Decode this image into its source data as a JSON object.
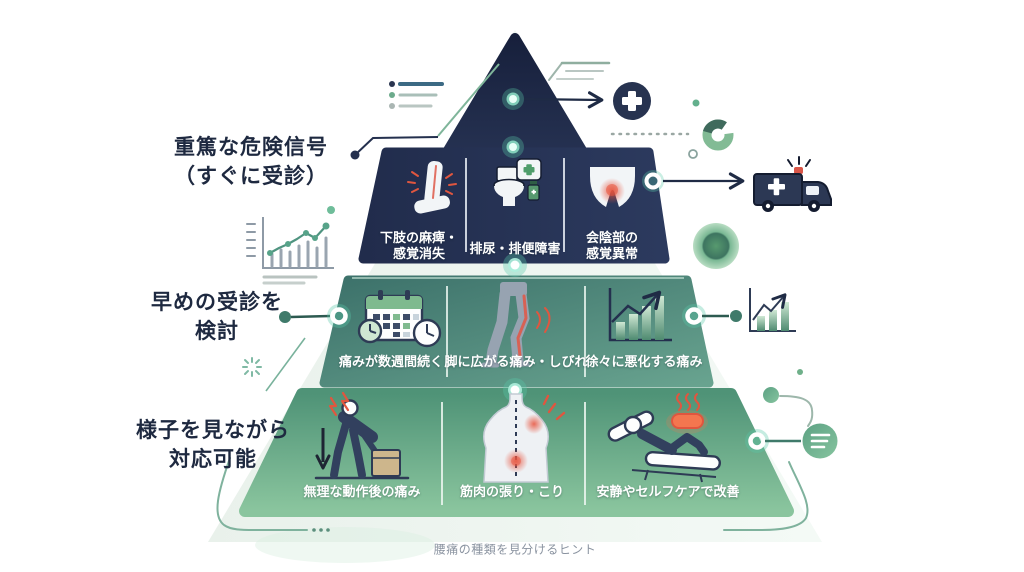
{
  "caption": "腰痛の種類を見分けるヒント",
  "tiers": [
    {
      "level": 1,
      "label": "重篤な危険信号\n（すぐに受診）",
      "band_color": "#273352",
      "items": [
        {
          "label": "下肢の麻痺・\n感覚消失",
          "icon": "leg-pain-icon"
        },
        {
          "label": "排尿・排便障害",
          "icon": "toilet-firstaid-icon"
        },
        {
          "label": "会陰部の\n感覚異常",
          "icon": "perineal-pain-icon"
        }
      ]
    },
    {
      "level": 2,
      "label": "早めの受診を\n検討",
      "band_color": "#4f8d80",
      "items": [
        {
          "label": "痛みが数週間続く",
          "icon": "calendar-clock-icon"
        },
        {
          "label": "脚に広がる痛み・しびれ",
          "icon": "leg-radiating-pain-icon"
        },
        {
          "label": "徐々に悪化する痛み",
          "icon": "rising-bar-chart-icon"
        }
      ]
    },
    {
      "level": 3,
      "label": "様子を見ながら\n対応可能",
      "band_color": "#6fb08a",
      "items": [
        {
          "label": "無理な動作後の痛み",
          "icon": "lifting-strain-icon"
        },
        {
          "label": "筋肉の張り・こり",
          "icon": "back-muscle-icon"
        },
        {
          "label": "安静やセルフケアで改善",
          "icon": "rest-selfcare-icon"
        }
      ]
    }
  ],
  "decorations": {
    "top_right_icon": "medical-cross-icon",
    "right_icon": "ambulance-icon",
    "misc_icons": [
      "line-chart-icon",
      "donut-chart-icon",
      "bullet-list-icon",
      "small-bar-chart-icon",
      "menu-circle-icon",
      "sparkle-icon"
    ]
  },
  "colors": {
    "navy": "#22304f",
    "teal_band": "#4f8d80",
    "green_band": "#6fb08a",
    "accent_dot": "#4fc9a7",
    "pain_red": "#df5a4a",
    "heat_orange": "#f4764f"
  }
}
